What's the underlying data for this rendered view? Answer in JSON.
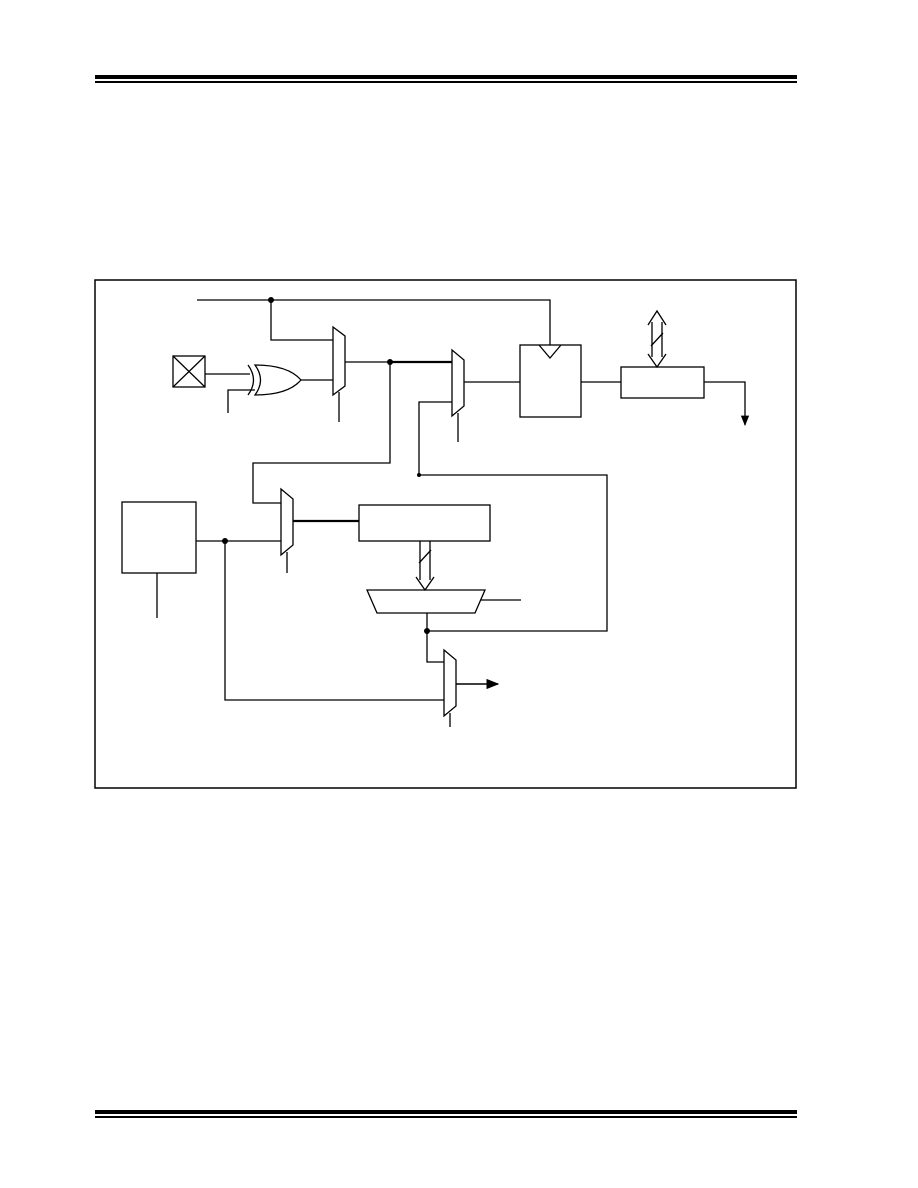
{
  "page": {
    "background": "#ffffff",
    "ink": "#000000"
  },
  "diagram": {
    "kind": "block-diagram",
    "components": [
      {
        "id": "input-pin",
        "shape": "box-with-x"
      },
      {
        "id": "xor-gate",
        "shape": "xor-gate"
      },
      {
        "id": "mux-1",
        "shape": "mux"
      },
      {
        "id": "mux-2",
        "shape": "mux"
      },
      {
        "id": "flip-flop",
        "shape": "clocked-box"
      },
      {
        "id": "register-right",
        "shape": "box"
      },
      {
        "id": "data-bus-arrow",
        "shape": "bidirectional-bus"
      },
      {
        "id": "output-arrow-right",
        "shape": "arrow-down"
      },
      {
        "id": "prescaler-block",
        "shape": "box"
      },
      {
        "id": "mux-3",
        "shape": "mux"
      },
      {
        "id": "counter-register",
        "shape": "box"
      },
      {
        "id": "bus-arrow-down",
        "shape": "bus"
      },
      {
        "id": "selector-mux",
        "shape": "trapezoid"
      },
      {
        "id": "mux-4",
        "shape": "mux"
      },
      {
        "id": "output-arrow",
        "shape": "arrow-right"
      }
    ]
  }
}
